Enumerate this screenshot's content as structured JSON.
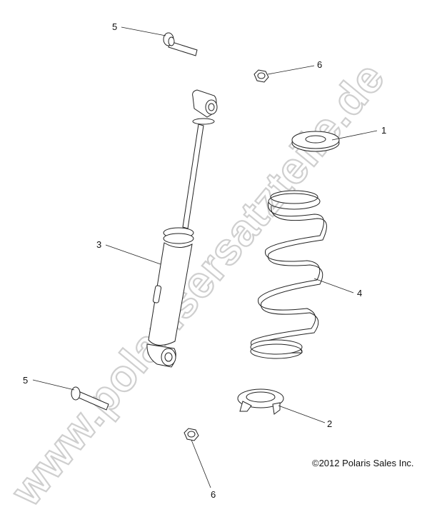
{
  "diagram": {
    "callouts": [
      {
        "label": "1",
        "part": "spring-retainer-top"
      },
      {
        "label": "2",
        "part": "spring-retainer-bottom"
      },
      {
        "label": "3",
        "part": "shock-absorber"
      },
      {
        "label": "4",
        "part": "coil-spring"
      },
      {
        "label": "5",
        "part": "bolt-top"
      },
      {
        "label": "5",
        "part": "bolt-bottom"
      },
      {
        "label": "6",
        "part": "nut-top"
      },
      {
        "label": "6",
        "part": "nut-bottom"
      }
    ],
    "copyright": "©2012 Polaris Sales Inc.",
    "watermark": "www.polarisersatzteile.de"
  }
}
